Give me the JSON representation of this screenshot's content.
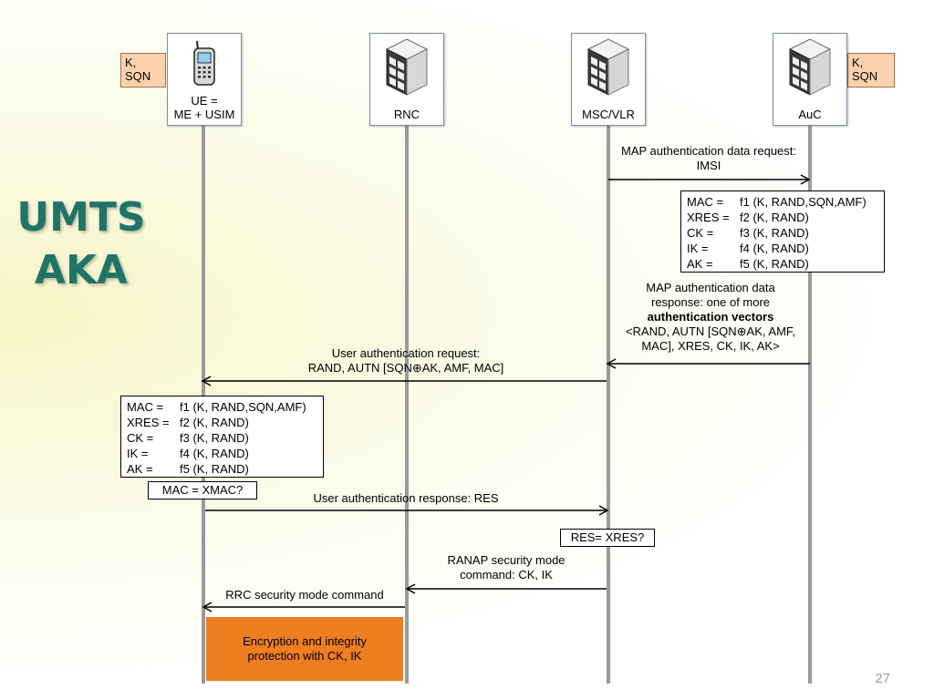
{
  "title": {
    "line1": "UMTS",
    "line2": "AKA"
  },
  "entities": {
    "ue": {
      "line1": "UE =",
      "line2": "ME + USIM",
      "icon": "mobile-phone-icon"
    },
    "rnc": {
      "label": "RNC",
      "icon": "server-icon"
    },
    "msc": {
      "label": "MSC/VLR",
      "icon": "server-icon"
    },
    "auc": {
      "label": "AuC",
      "icon": "server-icon"
    }
  },
  "keys": {
    "left": {
      "line1": "K,",
      "line2": "SQN"
    },
    "right": {
      "line1": "K,",
      "line2": "SQN"
    }
  },
  "messages": {
    "m1": {
      "line1": "MAP authentication data request:",
      "line2": "IMSI"
    },
    "m2": {
      "line1": "MAP authentication data",
      "line2": "response: one of more",
      "line3": "authentication vectors",
      "line4": "<RAND, AUTN [SQN⊕AK, AMF,",
      "line5": "MAC], XRES, CK, IK, AK>"
    },
    "m3": {
      "line1": "User authentication request:",
      "line2": "RAND, AUTN [SQN⊕AK, AMF, MAC]"
    },
    "m4": {
      "line1": "User authentication response: RES"
    },
    "m5": {
      "line1": "RANAP security mode",
      "line2": "command: CK, IK"
    },
    "m6": {
      "line1": "RRC security mode command"
    }
  },
  "auc_computation": [
    {
      "key": "MAC =",
      "value": "f1 (K, RAND,SQN,AMF)"
    },
    {
      "key": "XRES =",
      "value": "f2 (K, RAND)"
    },
    {
      "key": "CK =",
      "value": "f3 (K, RAND)"
    },
    {
      "key": "IK =",
      "value": "f4 (K, RAND)"
    },
    {
      "key": "AK =",
      "value": "f5 (K, RAND)"
    }
  ],
  "ue_computation": [
    {
      "key": "MAC =",
      "value": "f1 (K, RAND,SQN,AMF)"
    },
    {
      "key": "XRES =",
      "value": "f2 (K, RAND)"
    },
    {
      "key": "CK =",
      "value": "f3 (K, RAND)"
    },
    {
      "key": "IK =",
      "value": "f4 (K, RAND)"
    },
    {
      "key": "AK =",
      "value": "f5 (K, RAND)"
    }
  ],
  "checks": {
    "mac": "MAC = XMAC?",
    "res": "RES= XRES?"
  },
  "result": {
    "line1": "Encryption and integrity",
    "line2": "protection with CK, IK"
  },
  "page_number": "27",
  "colors": {
    "title": "#1f7466",
    "key_box": "#fbd2ad",
    "result_box": "#ef7d22",
    "lifeline": "#9a9a9a"
  }
}
